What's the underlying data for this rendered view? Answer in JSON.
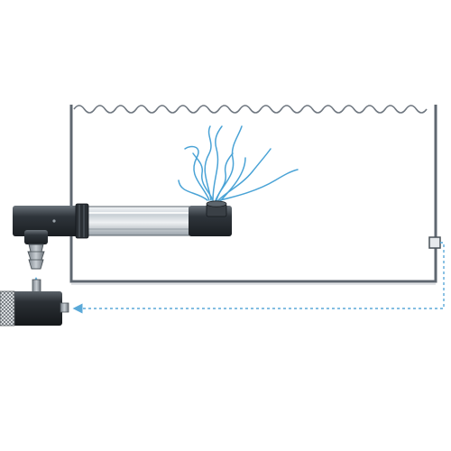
{
  "diagram": {
    "colors": {
      "background": "#ffffff",
      "tank_outline": "#5f6770",
      "water_surface": "#6f7780",
      "flow_dashed": "#5aa9d8",
      "water_jets": "#4aa3d6",
      "sterilizer_body": "#2e3338",
      "sterilizer_glass": "#d5dbe0",
      "pump_body": "#2b3035"
    },
    "components": [
      {
        "id": "aquarium-tank",
        "icon": "tank-outline"
      },
      {
        "id": "uv-sterilizer",
        "icon": "uv-lamp-tube"
      },
      {
        "id": "water-pump",
        "icon": "pump-body"
      },
      {
        "id": "outlet-nozzle",
        "icon": "nozzle"
      },
      {
        "id": "inlet-pipe",
        "icon": "pipe-stub"
      }
    ],
    "flow_paths": [
      {
        "id": "return-line",
        "style": "dashed-arrow"
      },
      {
        "id": "pump-to-sterilizer",
        "style": "dashed-arrow"
      }
    ]
  }
}
